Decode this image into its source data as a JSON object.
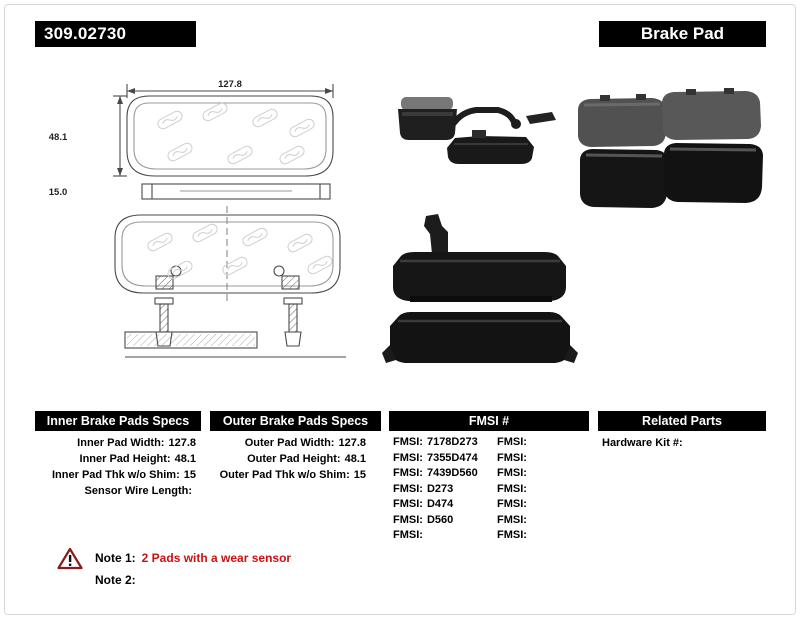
{
  "header": {
    "part_number": "309.02730",
    "product_name": "Brake Pad"
  },
  "drawing": {
    "width_dim": "127.8",
    "height_dim": "48.1",
    "thickness_dim": "15.0"
  },
  "specs": {
    "inner": {
      "title": "Inner Brake Pads Specs",
      "rows": [
        {
          "label": "Inner Pad Width:",
          "value": "127.8"
        },
        {
          "label": "Inner Pad Height:",
          "value": "48.1"
        },
        {
          "label": "Inner Pad Thk w/o Shim:",
          "value": "15"
        },
        {
          "label": "Sensor Wire Length:",
          "value": ""
        }
      ]
    },
    "outer": {
      "title": "Outer Brake Pads Specs",
      "rows": [
        {
          "label": "Outer Pad Width:",
          "value": "127.8"
        },
        {
          "label": "Outer Pad Height:",
          "value": "48.1"
        },
        {
          "label": "Outer Pad Thk w/o Shim:",
          "value": "15"
        }
      ]
    },
    "fmsi": {
      "title": "FMSI #",
      "rows": [
        {
          "l1": "FMSI:",
          "v1": "7178D273",
          "l2": "FMSI:",
          "v2": ""
        },
        {
          "l1": "FMSI:",
          "v1": "7355D474",
          "l2": "FMSI:",
          "v2": ""
        },
        {
          "l1": "FMSI:",
          "v1": "7439D560",
          "l2": "FMSI:",
          "v2": ""
        },
        {
          "l1": "FMSI:",
          "v1": "D273",
          "l2": "FMSI:",
          "v2": ""
        },
        {
          "l1": "FMSI:",
          "v1": "D474",
          "l2": "FMSI:",
          "v2": ""
        },
        {
          "l1": "FMSI:",
          "v1": "D560",
          "l2": "FMSI:",
          "v2": ""
        },
        {
          "l1": "FMSI:",
          "v1": "",
          "l2": "FMSI:",
          "v2": ""
        }
      ]
    },
    "related": {
      "title": "Related Parts",
      "rows": [
        {
          "label": "Hardware Kit #:",
          "value": ""
        }
      ]
    }
  },
  "notes": {
    "note1_label": "Note 1:",
    "note1_text": "2 Pads with a wear sensor",
    "note2_label": "Note 2:",
    "note2_text": ""
  },
  "colors": {
    "header_bg": "#000000",
    "note_red": "#cc1111",
    "warning_stroke": "#8b1a1a"
  }
}
